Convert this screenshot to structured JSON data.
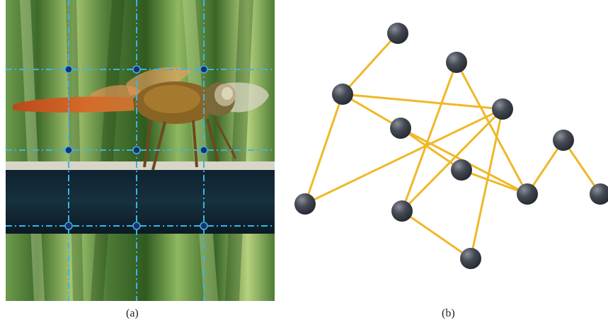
{
  "captions": {
    "a": "(a)",
    "b": "(b)"
  },
  "colors": {
    "grid_line": "#3cb4e6",
    "grid_point": "#1f2f6b",
    "edge": "#f0b827",
    "node": "#3f434c"
  },
  "graph": {
    "node_ids": [
      "n1",
      "n2",
      "n3",
      "n4",
      "n5",
      "n6",
      "n7",
      "n8",
      "n9",
      "n10",
      "n11",
      "n12",
      "n13"
    ],
    "edges": [
      [
        "n1",
        "n2"
      ],
      [
        "n2",
        "n4"
      ],
      [
        "n2",
        "n5"
      ],
      [
        "n2",
        "n10"
      ],
      [
        "n4",
        "n6"
      ],
      [
        "n4",
        "n8"
      ],
      [
        "n3",
        "n8"
      ],
      [
        "n3",
        "n11"
      ],
      [
        "n6",
        "n8"
      ],
      [
        "n8",
        "n7"
      ],
      [
        "n7",
        "n9"
      ],
      [
        "n10",
        "n5"
      ],
      [
        "n5",
        "n11"
      ],
      [
        "n5",
        "n12"
      ],
      [
        "n11",
        "n12"
      ]
    ]
  }
}
